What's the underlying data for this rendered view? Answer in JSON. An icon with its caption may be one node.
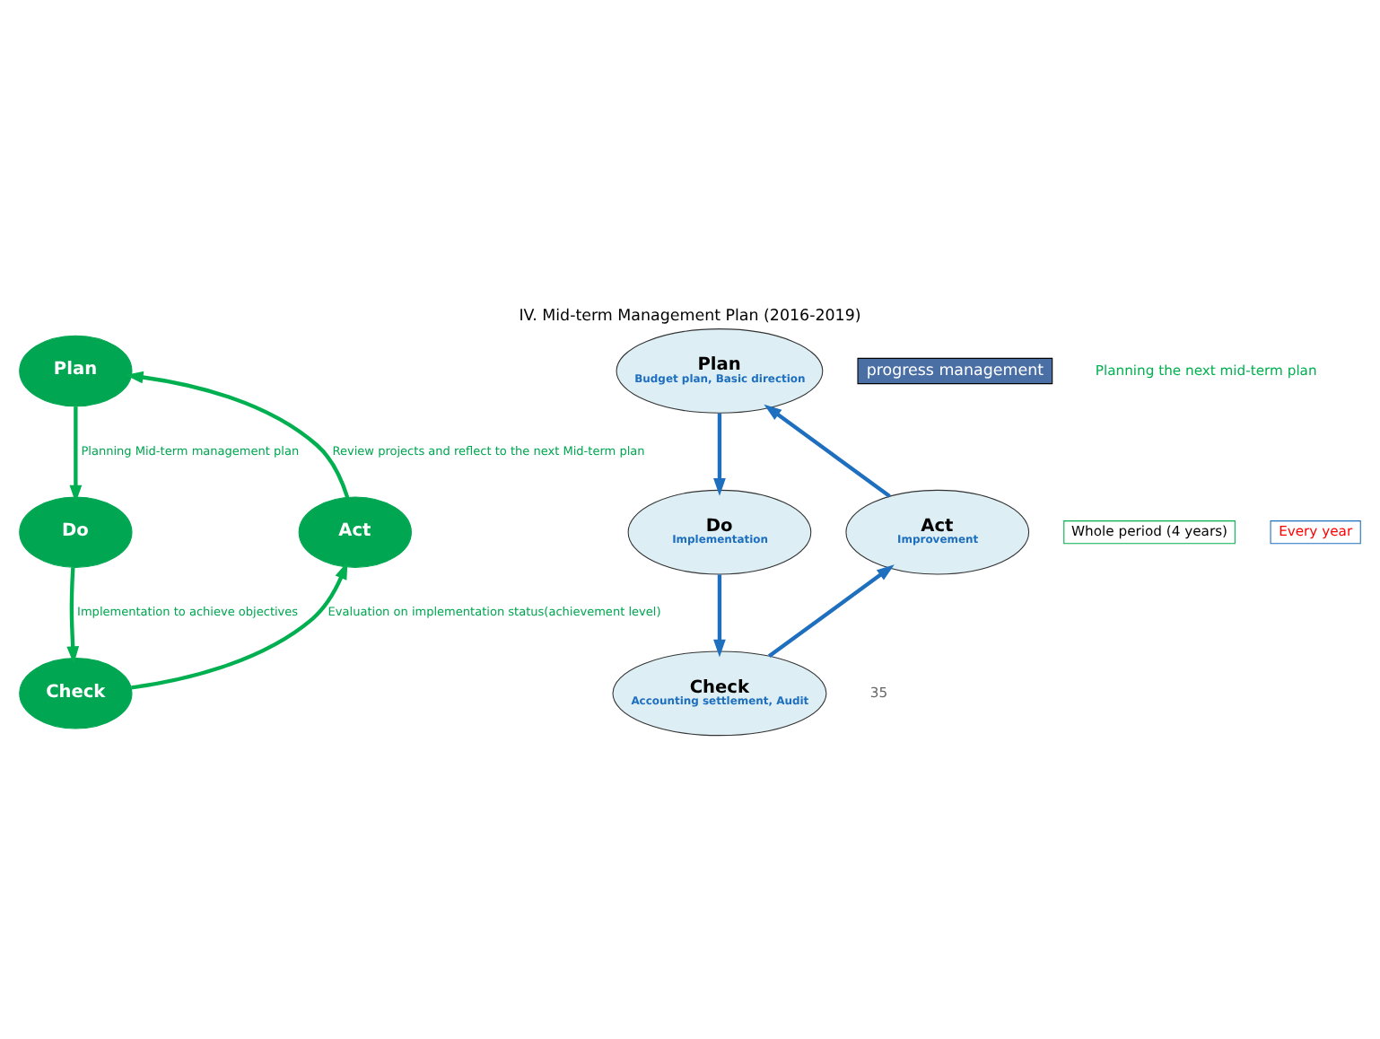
{
  "diagram": {
    "title": "IV. Mid-term Management Plan (2016-2019)",
    "nodes": [
      {
        "text": [
          "Plan"
        ]
      },
      {
        "text": [
          "Do"
        ]
      },
      {
        "text": [
          "Check"
        ]
      },
      {
        "text": [
          "Act"
        ]
      },
      {
        "text": [
          "Plan",
          "Budget plan, Basic direction"
        ]
      },
      {
        "text": [
          "Do",
          "Implementation"
        ]
      },
      {
        "text": [
          "Check",
          "Accounting settlement, Audit"
        ]
      },
      {
        "text": [
          "Act",
          "Improvement"
        ]
      }
    ],
    "edges": [
      {
        "from": 0,
        "to": 1,
        "arrow": "to",
        "label": "Planning Mid-term management plan",
        "color": "#00b050"
      },
      {
        "from": 1,
        "to": 2,
        "arrow": "to",
        "label": "Implementation to achieve objectives",
        "color": "#00b050"
      },
      {
        "from": 2,
        "to": 3,
        "arrow": "to",
        "label": "Evaluation on implementation status(achievement level)",
        "color": "#00b050"
      },
      {
        "from": 3,
        "to": 0,
        "arrow": "to",
        "label": "Review projects and reflect to the next Mid-term plan",
        "color": "#00b050"
      },
      {
        "from": 7,
        "to": 4,
        "arrow": "to",
        "color": "#1f6fbf"
      },
      {
        "from": 4,
        "to": 5,
        "arrow": "to",
        "color": "#1f6fbf"
      },
      {
        "from": 5,
        "to": 6,
        "arrow": "to",
        "color": "#1f6fbf"
      },
      {
        "from": 6,
        "to": 7,
        "arrow": "to",
        "color": "#1f6fbf"
      }
    ],
    "labels": [
      "progress management",
      "Planning the next mid-term plan",
      "Whole period (4 years)",
      "Every year",
      "35"
    ]
  }
}
